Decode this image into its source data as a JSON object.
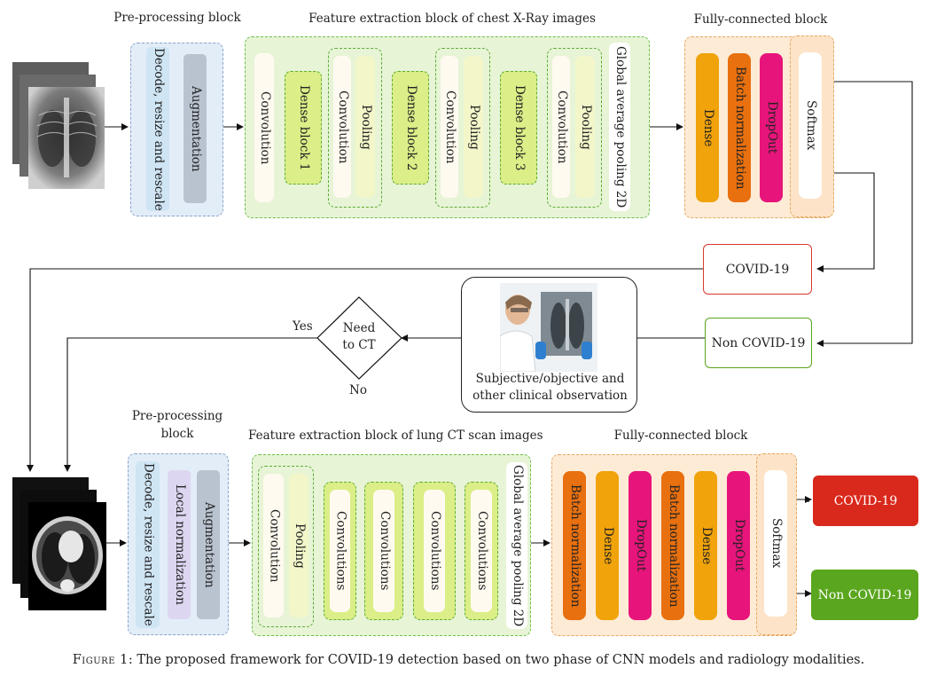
{
  "top": {
    "pre_title": "Pre-processing block",
    "pre_items": [
      "Decode, resize and rescale",
      "Augmentation"
    ],
    "feat_title": "Feature extraction block of chest X-Ray images",
    "feat": {
      "conv1": "Convolution",
      "dense1": "Dense block 1",
      "conv2": "Convolution",
      "pool2": "Pooling",
      "dense2": "Dense block 2",
      "conv3": "Convolution",
      "pool3": "Pooling",
      "dense3": "Dense block 3",
      "conv4": "Convolution",
      "pool4": "Pooling",
      "gap": "Global average pooling 2D"
    },
    "fc_title": "Fully-connected block",
    "fc_items": [
      "Dense",
      "Batch normalization",
      "DropOut"
    ],
    "softmax": "Softmax"
  },
  "middle": {
    "covid": "COVID-19",
    "non_covid": "Non COVID-19",
    "observation_line1": "Subjective/objective and",
    "observation_line2": "other clinical observation",
    "decision_line1": "Need",
    "decision_line2": "to CT",
    "yes": "Yes",
    "no": "No"
  },
  "bottom": {
    "pre_title_line1": "Pre-processing",
    "pre_title_line2": "block",
    "pre_items": [
      "Decode, resize and rescale",
      "Local normalization",
      "Augmentation"
    ],
    "feat_title": "Feature extraction block of lung CT scan images",
    "feat": {
      "conv1": "Convolution",
      "pool1": "Pooling",
      "convs": [
        "Convolutions",
        "Convolutions",
        "Convolutions",
        "Convolutions"
      ],
      "gap": "Global average pooling 2D"
    },
    "fc_title": "Fully-connected block",
    "fc_items": [
      "Batch normalization",
      "Dense",
      "DropOut",
      "Batch normalization",
      "Dense",
      "DropOut"
    ],
    "softmax": "Softmax",
    "out_covid": "COVID-19",
    "out_non_covid": "Non COVID-19"
  },
  "caption": {
    "label": "Figure 1",
    "text": ": The proposed framework for COVID-19 detection based on two phase of CNN models and radiology modalities."
  },
  "colors": {
    "pre_bg": "#e3edf8",
    "pre_border": "#8aa4c8",
    "feat_bg": "#e7f4d6",
    "feat_border": "#6cc04a",
    "fc_bg": "#fdebd6",
    "fc_border": "#e6a75e",
    "dense": "#f0a30a",
    "batch": "#e8700f",
    "dropout": "#e7157b",
    "covid_red": "#d9291c",
    "non_covid_green": "#5aa61e"
  },
  "icons": [
    "chest-xray-image",
    "doctor-xray-photo",
    "ct-scan-image"
  ]
}
